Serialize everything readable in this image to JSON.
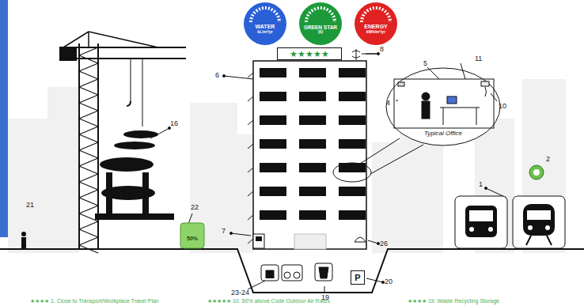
{
  "diagram": {
    "nodes": [
      {
        "text": [
          "WATER",
          "kL/m²/yr"
        ]
      },
      {
        "text": [
          "GREEN STAR",
          "(0)"
        ]
      },
      {
        "text": [
          "ENERGY",
          "kWh/m²/yr"
        ]
      },
      {
        "text": [
          "★★★★★"
        ]
      },
      {
        "text": [
          "Typical Office"
        ]
      },
      {
        "text": [
          "50%"
        ]
      },
      {
        "text": [
          "P"
        ]
      }
    ],
    "labels": [
      "8",
      "6",
      "5",
      "11",
      "4",
      "10",
      "16",
      "2",
      "1",
      "21",
      "22",
      "7",
      "26",
      "23-24",
      "19",
      "20",
      "★★★★ 1. Close to Transport/Workplace Travel Plan",
      "★★★★★ 10. 50% above Code Outdoor Air Rates",
      "★★★★ 19. Waste Recycling Storage"
    ]
  }
}
